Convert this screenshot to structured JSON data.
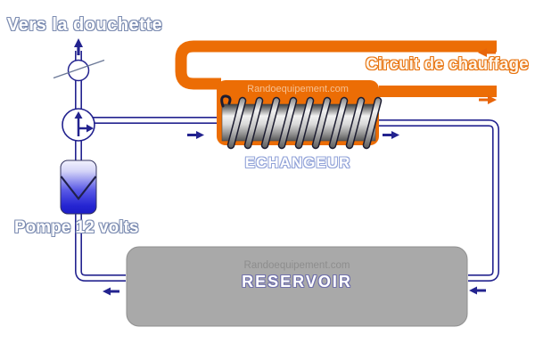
{
  "labels": {
    "to_shower": "Vers la douchette",
    "heating_circuit": "Circuit de chauffage",
    "exchanger": "ECHANGEUR",
    "pump": "Pompe 12 volts",
    "reservoir": "RESERVOIR"
  },
  "watermarks": {
    "exchanger": "Randoequipement.com",
    "reservoir": "Randoequipement.com"
  },
  "colors": {
    "pipe_blue": "#23238f",
    "hot_circuit_orange": "#ec6d05",
    "orange_arrow": "#e8650a",
    "reservoir_gray": "#a9a9a9",
    "pump_deep_blue": "#2424d2",
    "label_outline_blue": "#7d8db2",
    "label_outline_periwinkle": "#93a4d9",
    "watermark_peach": "#f6c193",
    "watermark_gray": "#8d8d8d"
  }
}
